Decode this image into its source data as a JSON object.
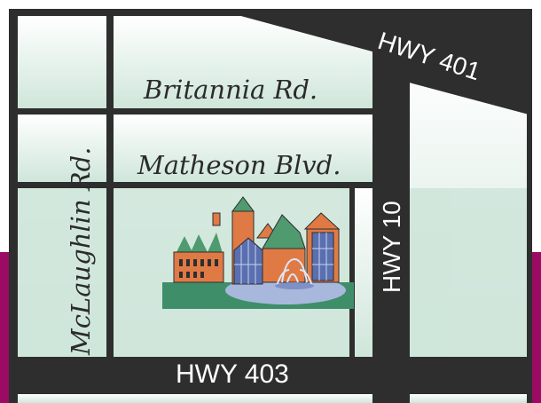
{
  "colors": {
    "background": "#ffffff",
    "map_fill_top": "#ffffff",
    "map_fill_bottom": "#cfe6da",
    "road": "#2e2e2e",
    "purple_band": "#9b0a63",
    "park_green": "#3f8e6a",
    "building_orange": "#e07a45",
    "building_roof": "#4f9a6e",
    "glass_blue": "#5a6fb0",
    "pond": "#a8b8dc"
  },
  "roads": {
    "britannia": "Britannia Rd.",
    "matheson": "Matheson Blvd.",
    "mclaughlin": "McLaughlin Rd.",
    "hwy401": "HWY 401",
    "hwy10": "HWY 10",
    "hwy403": "HWY 403"
  },
  "landmark": {
    "icon": "building-complex-icon"
  }
}
